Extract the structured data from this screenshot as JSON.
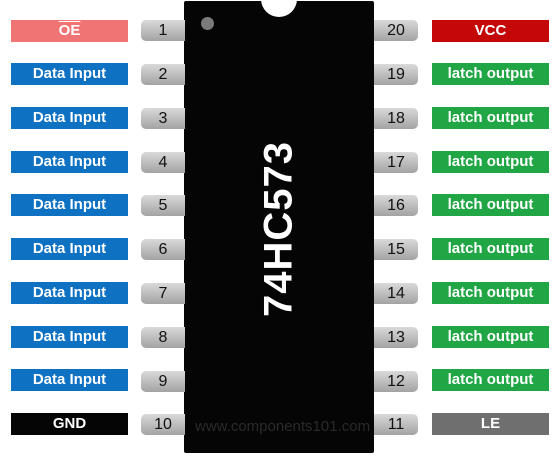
{
  "chip": {
    "name": "74HC573",
    "watermark": "www.components101.com"
  },
  "colors": {
    "oe": "#f07474",
    "data_input": "#0f71c1",
    "latch_output": "#21a645",
    "vcc": "#c40808",
    "gnd": "#050505",
    "le": "#6f6f6f"
  },
  "pins_left": [
    {
      "number": "1",
      "label": "OE",
      "color": "#f07474"
    },
    {
      "number": "2",
      "label": "Data Input",
      "color": "#0f71c1"
    },
    {
      "number": "3",
      "label": "Data Input",
      "color": "#0f71c1"
    },
    {
      "number": "4",
      "label": "Data Input",
      "color": "#0f71c1"
    },
    {
      "number": "5",
      "label": "Data Input",
      "color": "#0f71c1"
    },
    {
      "number": "6",
      "label": "Data Input",
      "color": "#0f71c1"
    },
    {
      "number": "7",
      "label": "Data Input",
      "color": "#0f71c1"
    },
    {
      "number": "8",
      "label": "Data Input",
      "color": "#0f71c1"
    },
    {
      "number": "9",
      "label": "Data Input",
      "color": "#0f71c1"
    },
    {
      "number": "10",
      "label": "GND",
      "color": "#050505"
    }
  ],
  "pins_right": [
    {
      "number": "20",
      "label": "VCC",
      "color": "#c40808"
    },
    {
      "number": "19",
      "label": "latch output",
      "color": "#21a645"
    },
    {
      "number": "18",
      "label": "latch output",
      "color": "#21a645"
    },
    {
      "number": "17",
      "label": "latch output",
      "color": "#21a645"
    },
    {
      "number": "16",
      "label": "latch output",
      "color": "#21a645"
    },
    {
      "number": "15",
      "label": "latch output",
      "color": "#21a645"
    },
    {
      "number": "14",
      "label": "latch output",
      "color": "#21a645"
    },
    {
      "number": "13",
      "label": "latch output",
      "color": "#21a645"
    },
    {
      "number": "12",
      "label": "latch output",
      "color": "#21a645"
    },
    {
      "number": "11",
      "label": "LE",
      "color": "#6f6f6f"
    }
  ]
}
